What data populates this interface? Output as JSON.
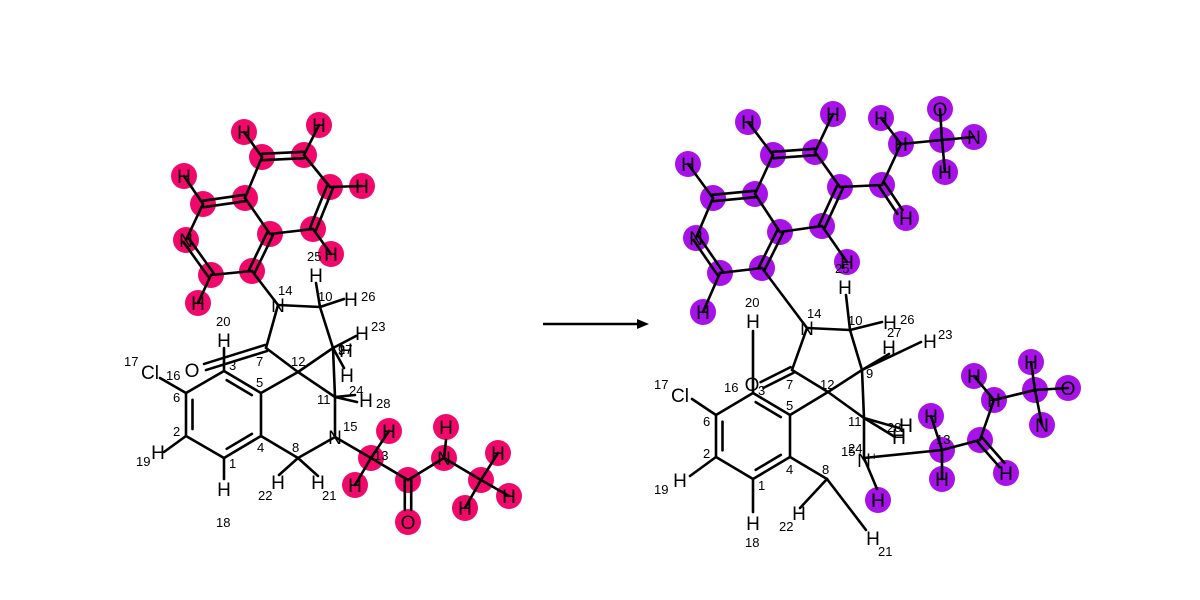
{
  "reaction_arrow": true,
  "highlight_colors": {
    "reactant": "#f0096a",
    "product": "#a612e8"
  },
  "reactant": {
    "atoms": [
      {
        "sym": "H",
        "num": "18"
      },
      {
        "sym": "H",
        "num": "19"
      },
      {
        "sym": "Cl",
        "num": "17"
      },
      {
        "sym": "O",
        "num": ""
      },
      {
        "sym": "H",
        "num": "20"
      },
      {
        "sym": "N",
        "num": "14"
      },
      {
        "sym": "N",
        "num": "15"
      },
      {
        "sym": "H",
        "num": "22"
      },
      {
        "sym": "H",
        "num": "21"
      },
      {
        "sym": "H",
        "num": ""
      },
      {
        "sym": "H",
        "num": "26"
      },
      {
        "sym": "H",
        "num": "23"
      },
      {
        "sym": "H",
        "num": "27"
      },
      {
        "sym": "H",
        "num": "24"
      },
      {
        "sym": "H",
        "num": "28"
      },
      {
        "sym": "H",
        "num": "25"
      },
      {
        "sym": "N",
        "num": ""
      },
      {
        "sym": "H",
        "num": ""
      },
      {
        "sym": "H",
        "num": ""
      },
      {
        "sym": "H",
        "num": ""
      },
      {
        "sym": "H",
        "num": ""
      },
      {
        "sym": "H",
        "num": ""
      },
      {
        "sym": "H",
        "num": ""
      },
      {
        "sym": "H",
        "num": ""
      },
      {
        "sym": "O",
        "num": ""
      },
      {
        "sym": "N",
        "num": ""
      },
      {
        "sym": "H",
        "num": ""
      },
      {
        "sym": "H",
        "num": ""
      },
      {
        "sym": "H",
        "num": ""
      },
      {
        "sym": "H",
        "num": ""
      }
    ],
    "carbons": [
      "1",
      "2",
      "3",
      "4",
      "5",
      "6",
      "7",
      "8",
      "9",
      "10",
      "11",
      "12",
      "13",
      "16"
    ]
  },
  "product": {
    "atoms": [
      {
        "sym": "H",
        "num": "18"
      },
      {
        "sym": "H",
        "num": "19"
      },
      {
        "sym": "Cl",
        "num": "17"
      },
      {
        "sym": "O",
        "num": "16"
      },
      {
        "sym": "H",
        "num": "20"
      },
      {
        "sym": "N",
        "num": "14"
      },
      {
        "sym": "N",
        "num": "15"
      },
      {
        "sym": "H",
        "num": "22"
      },
      {
        "sym": "H",
        "num": "21"
      },
      {
        "sym": "H",
        "num": ""
      },
      {
        "sym": "H",
        "num": "26"
      },
      {
        "sym": "H",
        "num": "27"
      },
      {
        "sym": "H",
        "num": "23"
      },
      {
        "sym": "H",
        "num": ""
      },
      {
        "sym": "H",
        "num": "28"
      },
      {
        "sym": "H",
        "num": "24"
      },
      {
        "sym": "H",
        "num": "25"
      },
      {
        "sym": "N",
        "num": ""
      },
      {
        "sym": "H",
        "num": ""
      },
      {
        "sym": "H",
        "num": ""
      },
      {
        "sym": "H",
        "num": ""
      },
      {
        "sym": "H",
        "num": ""
      },
      {
        "sym": "H",
        "num": ""
      },
      {
        "sym": "O",
        "num": ""
      },
      {
        "sym": "N",
        "num": ""
      },
      {
        "sym": "H",
        "num": ""
      },
      {
        "sym": "H",
        "num": ""
      },
      {
        "sym": "H",
        "num": ""
      },
      {
        "sym": "H",
        "num": ""
      },
      {
        "sym": "H",
        "num": ""
      },
      {
        "sym": "H",
        "num": ""
      },
      {
        "sym": "H",
        "num": ""
      },
      {
        "sym": "H",
        "num": ""
      },
      {
        "sym": "O",
        "num": ""
      },
      {
        "sym": "N",
        "num": ""
      },
      {
        "sym": "H",
        "num": ""
      },
      {
        "sym": "H",
        "num": ""
      },
      {
        "sym": "H",
        "num": ""
      },
      {
        "sym": "H",
        "num": ""
      }
    ],
    "charge_symbol": "+",
    "carbons": [
      "1",
      "2",
      "3",
      "4",
      "5",
      "6",
      "7",
      "8",
      "9",
      "10",
      "11",
      "12",
      "13"
    ]
  }
}
